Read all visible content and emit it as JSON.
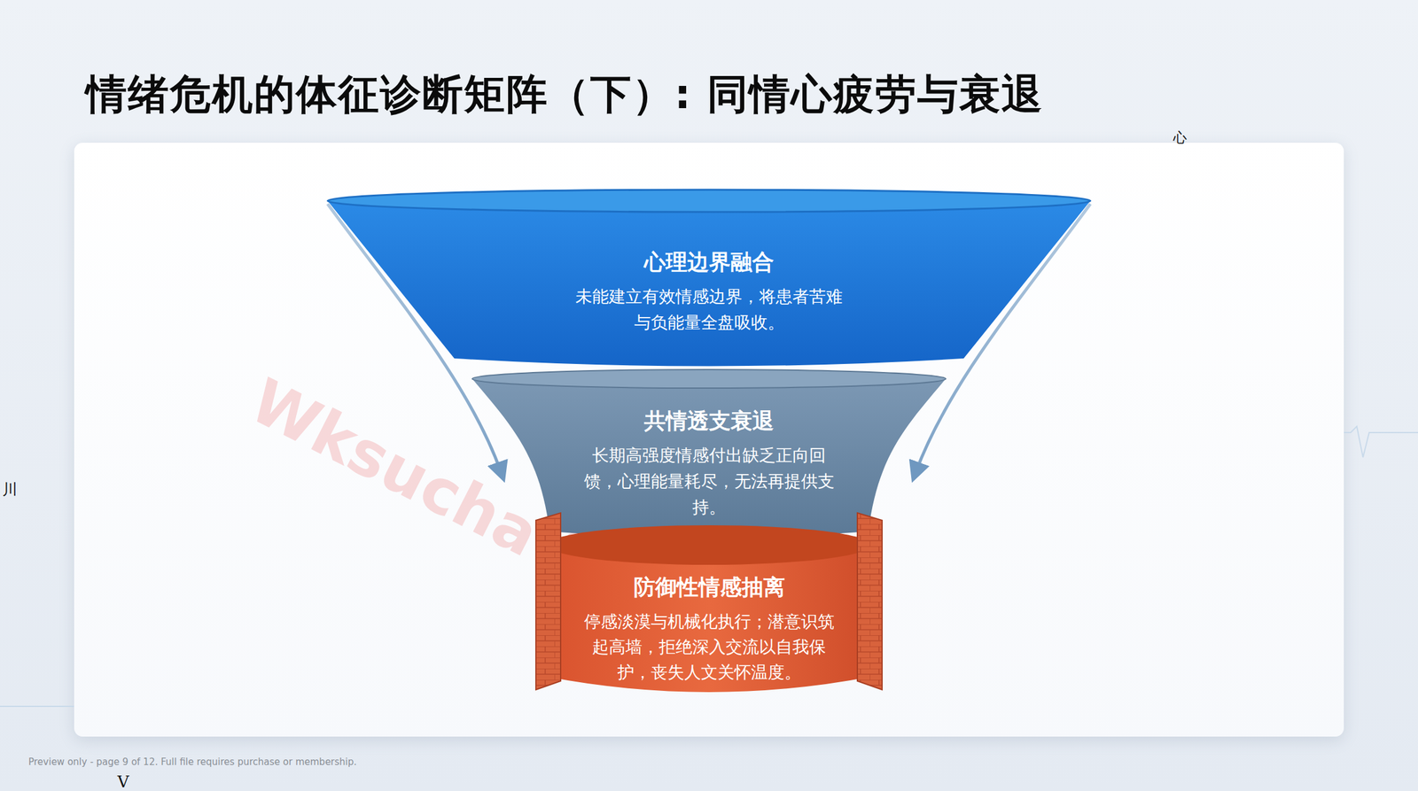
{
  "diagram": {
    "title": "情绪危机的体征诊断矩阵（下）: 同情心疲劳与衰退",
    "nodes": [
      {
        "text": [
          "心理边界融合",
          "未能建立有效情感边界，将患者苦难与负能量全盘吸收。"
        ]
      },
      {
        "text": [
          "共情透支衰退",
          "长期高强度情感付出缺乏正向回馈，心理能量耗尽，无法再提供支持。"
        ]
      },
      {
        "text": [
          "防御性情感抽离",
          "停感淡漠与机械化执行；潜意识筑起高墙，拒绝深入交流以自我保护，丧失人文关怀温度。"
        ]
      }
    ],
    "labels": [
      "心",
      "川",
      "Wksucha file",
      "Preview only - page 9 of 12. Full file requires purchase or membership.",
      "V"
    ]
  }
}
